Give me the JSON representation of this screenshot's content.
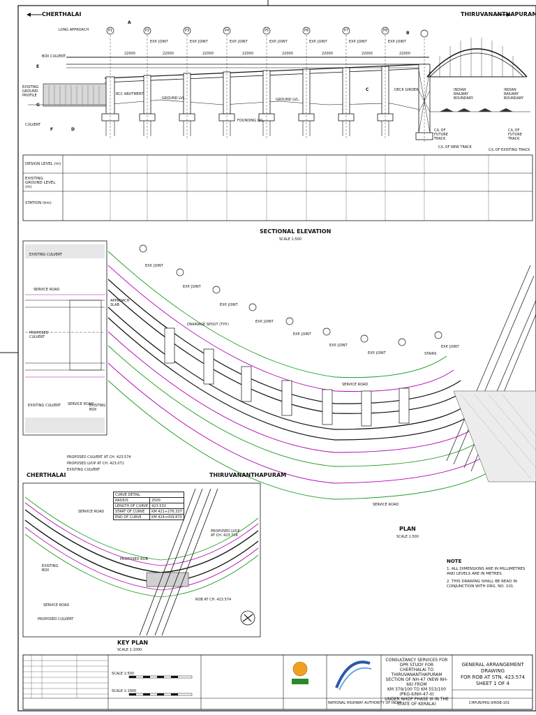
{
  "directions": {
    "left": "CHERTHALAI",
    "right": "THIRUVANANTHAPURAM"
  },
  "elevation": {
    "title": "SECTIONAL ELEVATION",
    "scale": "SCALE 1:500",
    "piers": [
      "P1",
      "P2",
      "P3",
      "P4",
      "P5",
      "P6",
      "P7",
      "P8"
    ],
    "exp_joint": "EXP. JOINT",
    "callouts": [
      "E",
      "G",
      "F",
      "D",
      "C",
      "A",
      "B"
    ],
    "labels": {
      "rcc_abutment": "RCC ABUTMENT",
      "ground_lvl": "GROUND LVL.",
      "founding_lvl": "FOUNDING LVL.",
      "deck_girder": "DECK GIRDER",
      "ground_profile": "EXISTING GROUND PROFILE",
      "culvert": "CULVERT",
      "box_culvert": "BOX CULVERT",
      "long_approach": "LONG APPROACH",
      "railway_boundary_1": "INDIAN RAILWAY BOUNDARY",
      "railway_boundary_2": "INDIAN RAILWAY BOUNDARY",
      "new_track": "C/L OF NEW TRACK",
      "existing_track": "C/L OF EXISTING TRACK",
      "future_track": "C/L OF FUTURE TRACK"
    },
    "spans": [
      "22000",
      "22000",
      "22000",
      "22000",
      "22000",
      "22000",
      "22000",
      "22000"
    ]
  },
  "levels_table": {
    "rows": [
      "DESIGN LEVEL (m)",
      "EXISTING GROUND LEVEL (m)",
      "STATION (km)"
    ]
  },
  "plan": {
    "title": "PLAN",
    "scale": "SCALE 1:500",
    "labels": {
      "service_road": "SERVICE ROAD",
      "drainage_spout": "DRAINAGE SPOUT (TYP.)",
      "proposed_culvert": "PROPOSED CULVERT",
      "existing_culvert": "EXISTING CULVERT",
      "existing_box": "EXISTING BOX",
      "approach_slab": "APPROACH SLAB",
      "stairs": "STAIRS",
      "exp_joint": "EXP. JOINT"
    }
  },
  "key_plan": {
    "title": "KEY PLAN",
    "scale": "SCALE 1:1000",
    "labels": {
      "proposed_culvert_at": "PROPOSED CULVERT AT CH. 423.574",
      "proposed_luvp_at": "PROPOSED LVUP AT CH. 423.071",
      "existing_culvert": "EXISTING CULVERT",
      "service_road": "SERVICE ROAD",
      "existing_box": "EXISTING BOX",
      "proposed_culvert": "PROPOSED CULVERT",
      "proposed_rob": "PROPOSED ROB",
      "rob_at": "ROB AT CH. 423.574",
      "proposed_luvp": "PROPOSED LVUP AT CH. 423.714"
    },
    "curve_table": {
      "title": "CURVE DETAIL",
      "rows": [
        [
          "RADIUS",
          "2500"
        ],
        [
          "LENGTH OF CURVE",
          "423.533"
        ],
        [
          "START OF CURVE",
          "KM 421+276.337"
        ],
        [
          "END OF CURVE",
          "KM 424+009.870"
        ]
      ]
    }
  },
  "note": {
    "title": "NOTE",
    "items": [
      "1.  ALL DIMENSIONS ARE IN MILLIMETRES AND LEVELS ARE IN METRES.",
      "2.  THIS DRAWING SHALL BE READ IN CONJUNCTION WITH DRG. NO. 101."
    ]
  },
  "title_block": {
    "project": [
      "CONSULTANCY SERVICES FOR DPR STUDY FOR",
      "CHERTHALAI TO THIRUVANANTHAPURAM",
      "SECTION OF NH-47 (NEW NH-66) FROM",
      "KM 379/100 TO KM 553/100 (PKG-II/NH-47-II)",
      "UNDER NHDP PHASE III IN THE STATE OF KERALA)"
    ],
    "client": "NATIONAL HIGHWAY AUTHORITY OF INDIA",
    "drawing_title": [
      "GENERAL ARRANGEMENT DRAWING",
      "FOR ROB AT STN. 423.574",
      "SHEET 1 OF 4"
    ],
    "drawing_no": "CHPUN/PKG-II/ROB-101",
    "scale_1": "SCALE 1:500",
    "scale_2": "SCALE 1:1000"
  },
  "colors": {
    "magenta": "#b000b0",
    "green": "#1a9a1a",
    "ink": "#111111"
  }
}
